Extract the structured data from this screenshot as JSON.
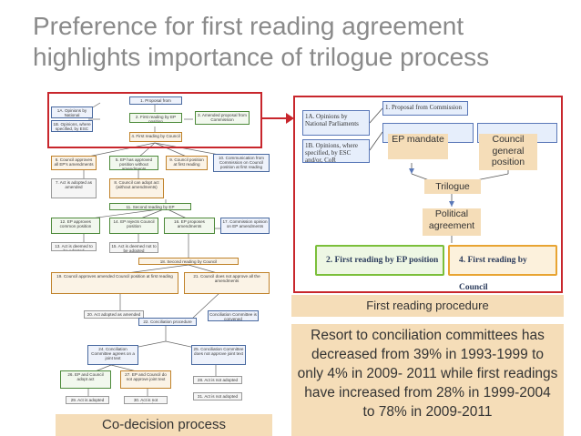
{
  "slide": {
    "title_line1": "Preference for first reading agreement",
    "title_line2": "highlights importance of trilogue process"
  },
  "left_flowchart": {
    "label": "Co-decision process",
    "nodes": {
      "opinions": "1A. Opinions by National Parliaments",
      "opinions_esc": "1B. Opinions, where specified, by ESC and/or, CoR",
      "proposal": "1. Proposal from Commission",
      "ep_position": "2. First reading by EP position",
      "amended_proposal": "3. Amended proposal from Commission",
      "council_first": "4. First reading by Council",
      "council_approves": "6. Council approves all EP's amendments",
      "ep_approved": "5. EP has approved position without amendments",
      "council_position": "9. Council position at first reading",
      "commission_comm": "10. Communication from Commission on Council position at first reading",
      "act_adopted_1": "7. Act is adopted as amended",
      "council_adopt": "8. Council can adopt act (without amendments)",
      "second_reading_ep": "11. Second reading by EP",
      "ep_approves_common": "12. EP approves common position",
      "ep_rejects": "14. EP rejects Council position",
      "ep_proposes": "16. EP proposes amendments",
      "commission_opinion": "17. Commission opinion on EP amendments",
      "act_deemed": "13. Act is deemed to be adopted",
      "act_not_adopted_1": "15. Act is deemed not to be adopted",
      "second_reading_council": "18. Second reading by Council",
      "council_approves_amended": "19. Council approves amended Council position at first reading",
      "council_not_approve": "21. Council does not approve all the amendments",
      "act_adopted_2": "20. Act adopted as amended",
      "conciliation": "22. Conciliation procedure",
      "committee_convened": "Conciliation Committee is convened",
      "committee_agrees": "24. Conciliation Committee agrees on a joint text",
      "committee_not_agree": "25. Conciliation Committee does not approve joint text",
      "ep_council_adopt": "26. EP and Council adopt act",
      "ep_council_not": "27. EP and Council do not approve joint text",
      "not_adopted_a": "28. Act is not adopted",
      "adopted_final": "29. Act is adopted",
      "not_adopted_b": "30. Act is not adopted",
      "not_adopted_c": "31. Act is not adopted"
    }
  },
  "right_diagram": {
    "nodes": {
      "opinions": "1A. Opinions by National Parliaments",
      "opinions_esc": "1B. Opinions, where specified, by ESC and/or, CoR",
      "proposal": "1. Proposal from Commission"
    },
    "tags": {
      "ep_mandate": "EP mandate",
      "council_position": "Council general position",
      "trilogue": "Trilogue",
      "political_agreement": "Political agreement"
    },
    "first_reading_ep": "2. First reading by EP position",
    "first_reading_council": "4. First reading by Council"
  },
  "labels": {
    "first_reading_procedure": "First reading procedure",
    "resort_text": "Resort to conciliation committees has decreased from 39% in 1993-1999 to only 4% in 2009- 2011 while first readings have increased from 28% in 1999-2004 to 78% in 2009-2011"
  },
  "colors": {
    "title": "#8a8a8a",
    "highlight_red": "#c8262c",
    "label_bg": "#f5ddb8",
    "ep_green": "#7bbf3a",
    "council_orange": "#e8a432",
    "node_blue": "#5a78b8"
  }
}
